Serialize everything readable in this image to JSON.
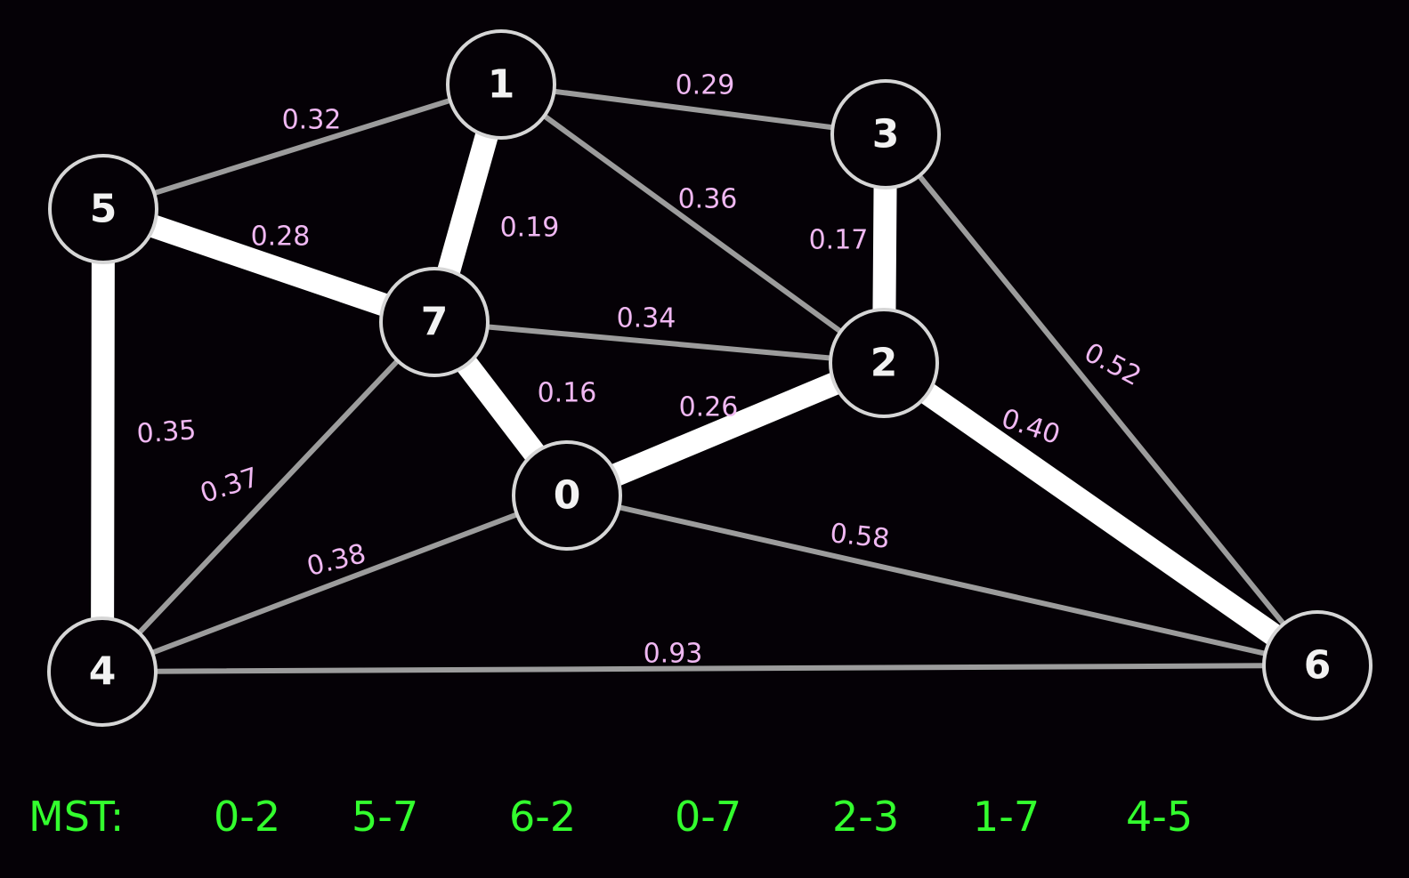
{
  "colors": {
    "background": "#050106",
    "node_border": "#d6d6d6",
    "node_label": "#f2f2f2",
    "edge_normal": "#9c9c9c",
    "edge_mst": "#ffffff",
    "weight_label": "#f0b8f2",
    "mst_text": "#33ff2e"
  },
  "nodes": [
    {
      "id": "0",
      "label": "0"
    },
    {
      "id": "1",
      "label": "1"
    },
    {
      "id": "2",
      "label": "2"
    },
    {
      "id": "3",
      "label": "3"
    },
    {
      "id": "4",
      "label": "4"
    },
    {
      "id": "5",
      "label": "5"
    },
    {
      "id": "6",
      "label": "6"
    },
    {
      "id": "7",
      "label": "7"
    }
  ],
  "edges": [
    {
      "from": "5",
      "to": "1",
      "weight": "0.32",
      "mst": false
    },
    {
      "from": "1",
      "to": "3",
      "weight": "0.29",
      "mst": false
    },
    {
      "from": "1",
      "to": "2",
      "weight": "0.36",
      "mst": false
    },
    {
      "from": "1",
      "to": "7",
      "weight": "0.19",
      "mst": true
    },
    {
      "from": "5",
      "to": "7",
      "weight": "0.28",
      "mst": true
    },
    {
      "from": "3",
      "to": "2",
      "weight": "0.17",
      "mst": true
    },
    {
      "from": "7",
      "to": "2",
      "weight": "0.34",
      "mst": false
    },
    {
      "from": "3",
      "to": "6",
      "weight": "0.52",
      "mst": false
    },
    {
      "from": "7",
      "to": "0",
      "weight": "0.16",
      "mst": true
    },
    {
      "from": "0",
      "to": "2",
      "weight": "0.26",
      "mst": true
    },
    {
      "from": "2",
      "to": "6",
      "weight": "0.40",
      "mst": true
    },
    {
      "from": "5",
      "to": "4",
      "weight": "0.35",
      "mst": true
    },
    {
      "from": "4",
      "to": "7",
      "weight": "0.37",
      "mst": false
    },
    {
      "from": "4",
      "to": "0",
      "weight": "0.38",
      "mst": false
    },
    {
      "from": "0",
      "to": "6",
      "weight": "0.58",
      "mst": false
    },
    {
      "from": "4",
      "to": "6",
      "weight": "0.93",
      "mst": false
    }
  ],
  "mst_line": {
    "prefix": "MST:",
    "items": [
      "0-2",
      "5-7",
      "6-2",
      "0-7",
      "2-3",
      "1-7",
      "4-5"
    ]
  }
}
